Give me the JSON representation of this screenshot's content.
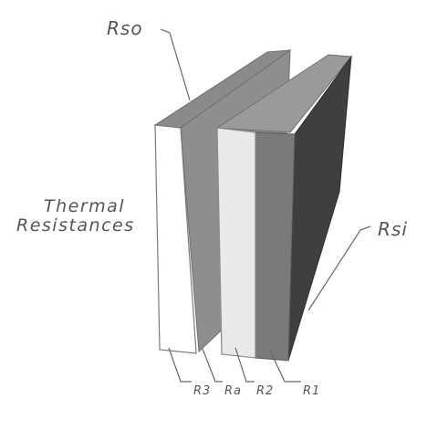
{
  "title_lines": [
    "Thermal",
    "Resistances"
  ],
  "labels": {
    "rso": "Rso",
    "rsi": "Rsi",
    "r3": "R3",
    "ra": "Ra",
    "r2": "R2",
    "r1": "R1"
  },
  "colors": {
    "outer_insulation_face": "#ffffff",
    "outer_panel_side": "#8e8e8e",
    "outer_panel_top": "#8a8a8a",
    "inner_insulation_face": "#e9e9e9",
    "inner_panel_front": "#7a7a7a",
    "inner_panel_side": "#3f3f3f",
    "inner_panel_top": "#9a9a9a",
    "text": "#555555"
  }
}
